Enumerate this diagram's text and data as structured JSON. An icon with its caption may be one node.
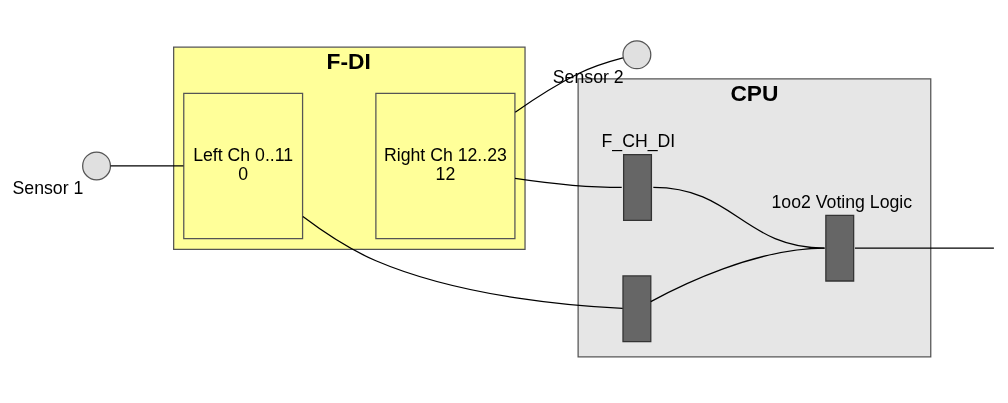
{
  "diagram": {
    "nodes": [
      {
        "text": [
          "F-DI"
        ]
      },
      {
        "text": [
          "Left Ch 0..11",
          "0"
        ],
        "in": 0
      },
      {
        "text": [
          "Right Ch 12..23",
          "12"
        ],
        "in": 0
      },
      {
        "text": [],
        "shape": "circle",
        "beside": [
          "Sensor 1"
        ]
      },
      {
        "text": [],
        "shape": "circle",
        "beside": [
          "Sensor 2"
        ]
      },
      {
        "text": [
          "CPU"
        ]
      },
      {
        "text": [],
        "shape": "box",
        "in": 5,
        "beside": [
          "F_CH_DI"
        ]
      },
      {
        "text": [],
        "shape": "box",
        "in": 5
      },
      {
        "text": [],
        "shape": "box",
        "in": 5,
        "beside": [
          "1oo2 Voting Logic"
        ]
      }
    ],
    "edges": [
      {
        "from": 3,
        "to": 1,
        "arrow": "none"
      },
      {
        "from": 2,
        "to": 4,
        "arrow": "none"
      },
      {
        "from": 2,
        "to": 6,
        "arrow": "none"
      },
      {
        "from": 1,
        "to": 7,
        "arrow": "none"
      },
      {
        "from": 6,
        "to": 8,
        "arrow": "none"
      },
      {
        "from": 7,
        "to": 8,
        "arrow": "none"
      },
      {
        "from": 8,
        "to": null,
        "arrow": "none"
      }
    ]
  }
}
